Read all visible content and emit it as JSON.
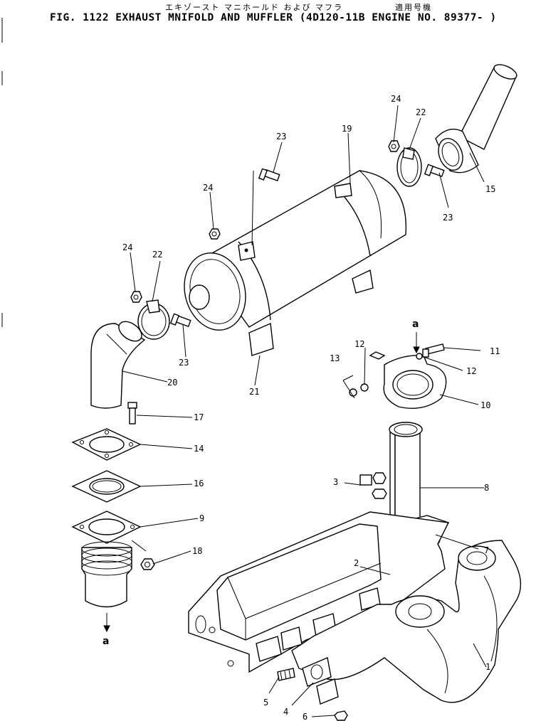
{
  "header": {
    "japanese_title": "エキゾースト マニホールド および マフラ",
    "applicable_label": "適用号機",
    "title": "FIG. 1122  EXHAUST MNIFOLD AND MUFFLER (4D120-11B ENGINE NO. 89377- )"
  },
  "callouts": {
    "p1": "1",
    "p2": "2",
    "p3": "3",
    "p4": "4",
    "p5": "5",
    "p6": "6",
    "p7": "7",
    "p8": "8",
    "p9": "9",
    "p10": "10",
    "p11": "11",
    "p12a": "12",
    "p12b": "12",
    "p13": "13",
    "p14": "14",
    "p15": "15",
    "p16": "16",
    "p17": "17",
    "p18": "18",
    "p19": "19",
    "p20": "20",
    "p21": "21",
    "p22a": "22",
    "p22b": "22",
    "p23a": "23",
    "p23b": "23",
    "p23c": "23",
    "p24a": "24",
    "p24b": "24",
    "p24c": "24"
  },
  "connectors": {
    "top": "a",
    "bottom": "a"
  }
}
